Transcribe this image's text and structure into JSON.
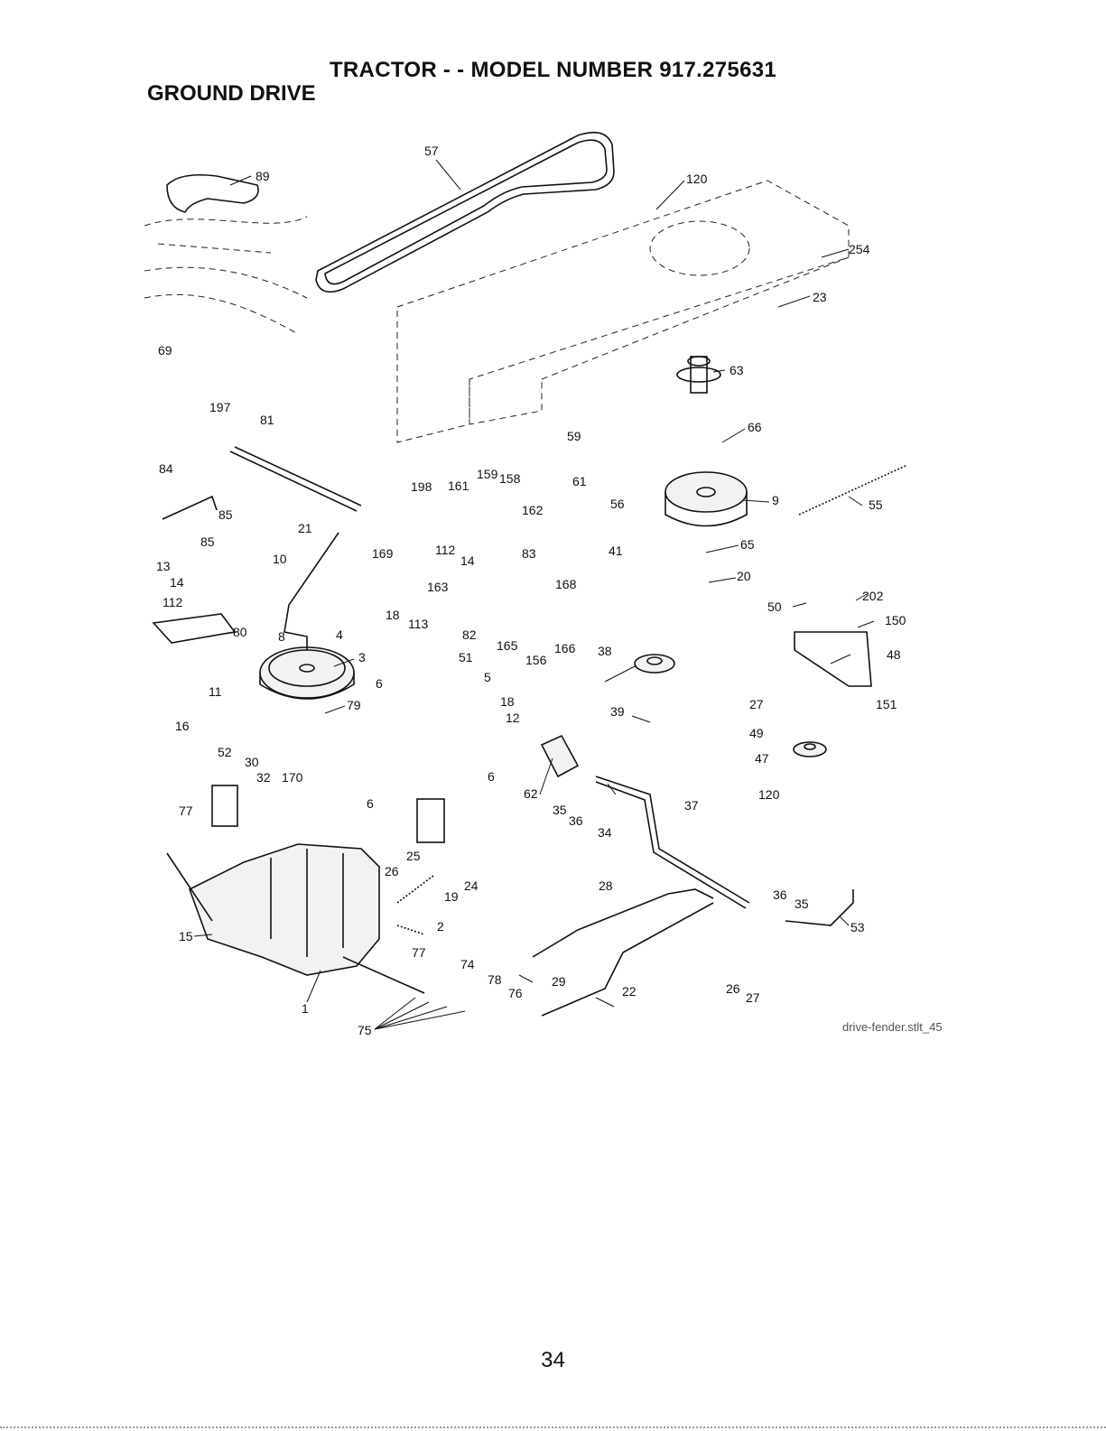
{
  "header": {
    "title": "TRACTOR - - MODEL NUMBER 917.275631",
    "subtitle": "GROUND DRIVE"
  },
  "callouts": [
    "57",
    "89",
    "120",
    "23",
    "254",
    "69",
    "63",
    "197",
    "81",
    "66",
    "84",
    "198",
    "161",
    "159",
    "158",
    "59",
    "61",
    "56",
    "9",
    "55",
    "162",
    "85",
    "21",
    "10",
    "169",
    "112",
    "14",
    "83",
    "65",
    "13",
    "41",
    "20",
    "163",
    "168",
    "202",
    "50",
    "150",
    "18",
    "113",
    "80",
    "82",
    "4",
    "166",
    "38",
    "48",
    "165",
    "156",
    "51",
    "5",
    "3",
    "27",
    "151",
    "11",
    "79",
    "39",
    "49",
    "16",
    "52",
    "32",
    "170",
    "30",
    "62",
    "35",
    "36",
    "47",
    "120",
    "37",
    "77",
    "34",
    "25",
    "26",
    "24",
    "19",
    "28",
    "36",
    "35",
    "53",
    "15",
    "2",
    "77",
    "74",
    "29",
    "78",
    "76",
    "22",
    "26",
    "27",
    "1",
    "75",
    "6",
    "6",
    "6",
    "85",
    "8",
    "12",
    "14",
    "112",
    "18"
  ],
  "footer": {
    "file_ref": "drive-fender.stlt_45",
    "page_number": "34"
  }
}
